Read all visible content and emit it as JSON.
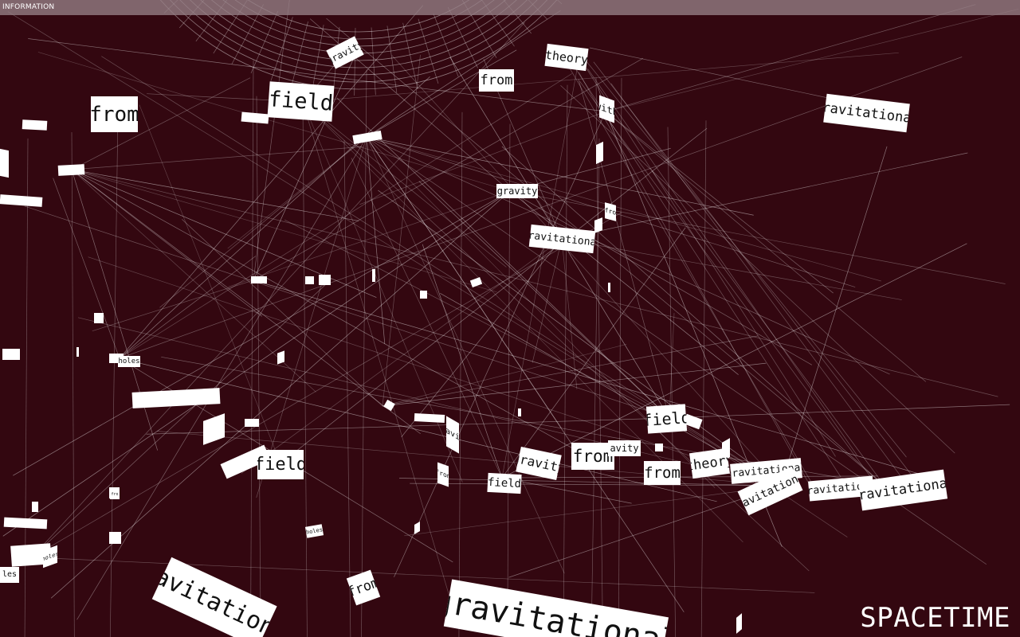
{
  "app": {
    "menu_label": "INFORMATION",
    "title": "SPACETIME"
  },
  "scene": {
    "background_color": "#330710",
    "card_color": "#ffffff",
    "line_color": "#ffffff",
    "word_cards": [
      "gravity",
      "theory",
      "from",
      "field",
      "from",
      "with",
      "gravitational",
      "gravity",
      "gravitational",
      "fro",
      "holes",
      "field",
      "field",
      "gravity",
      "from",
      "avity",
      "gravity",
      "from",
      "field",
      "from",
      "theory",
      "gravitational",
      "gravitational",
      "gravitational",
      "gravitational",
      "gravitational",
      "gravitational",
      "from",
      "holes",
      "les",
      "holes",
      "fro"
    ]
  }
}
